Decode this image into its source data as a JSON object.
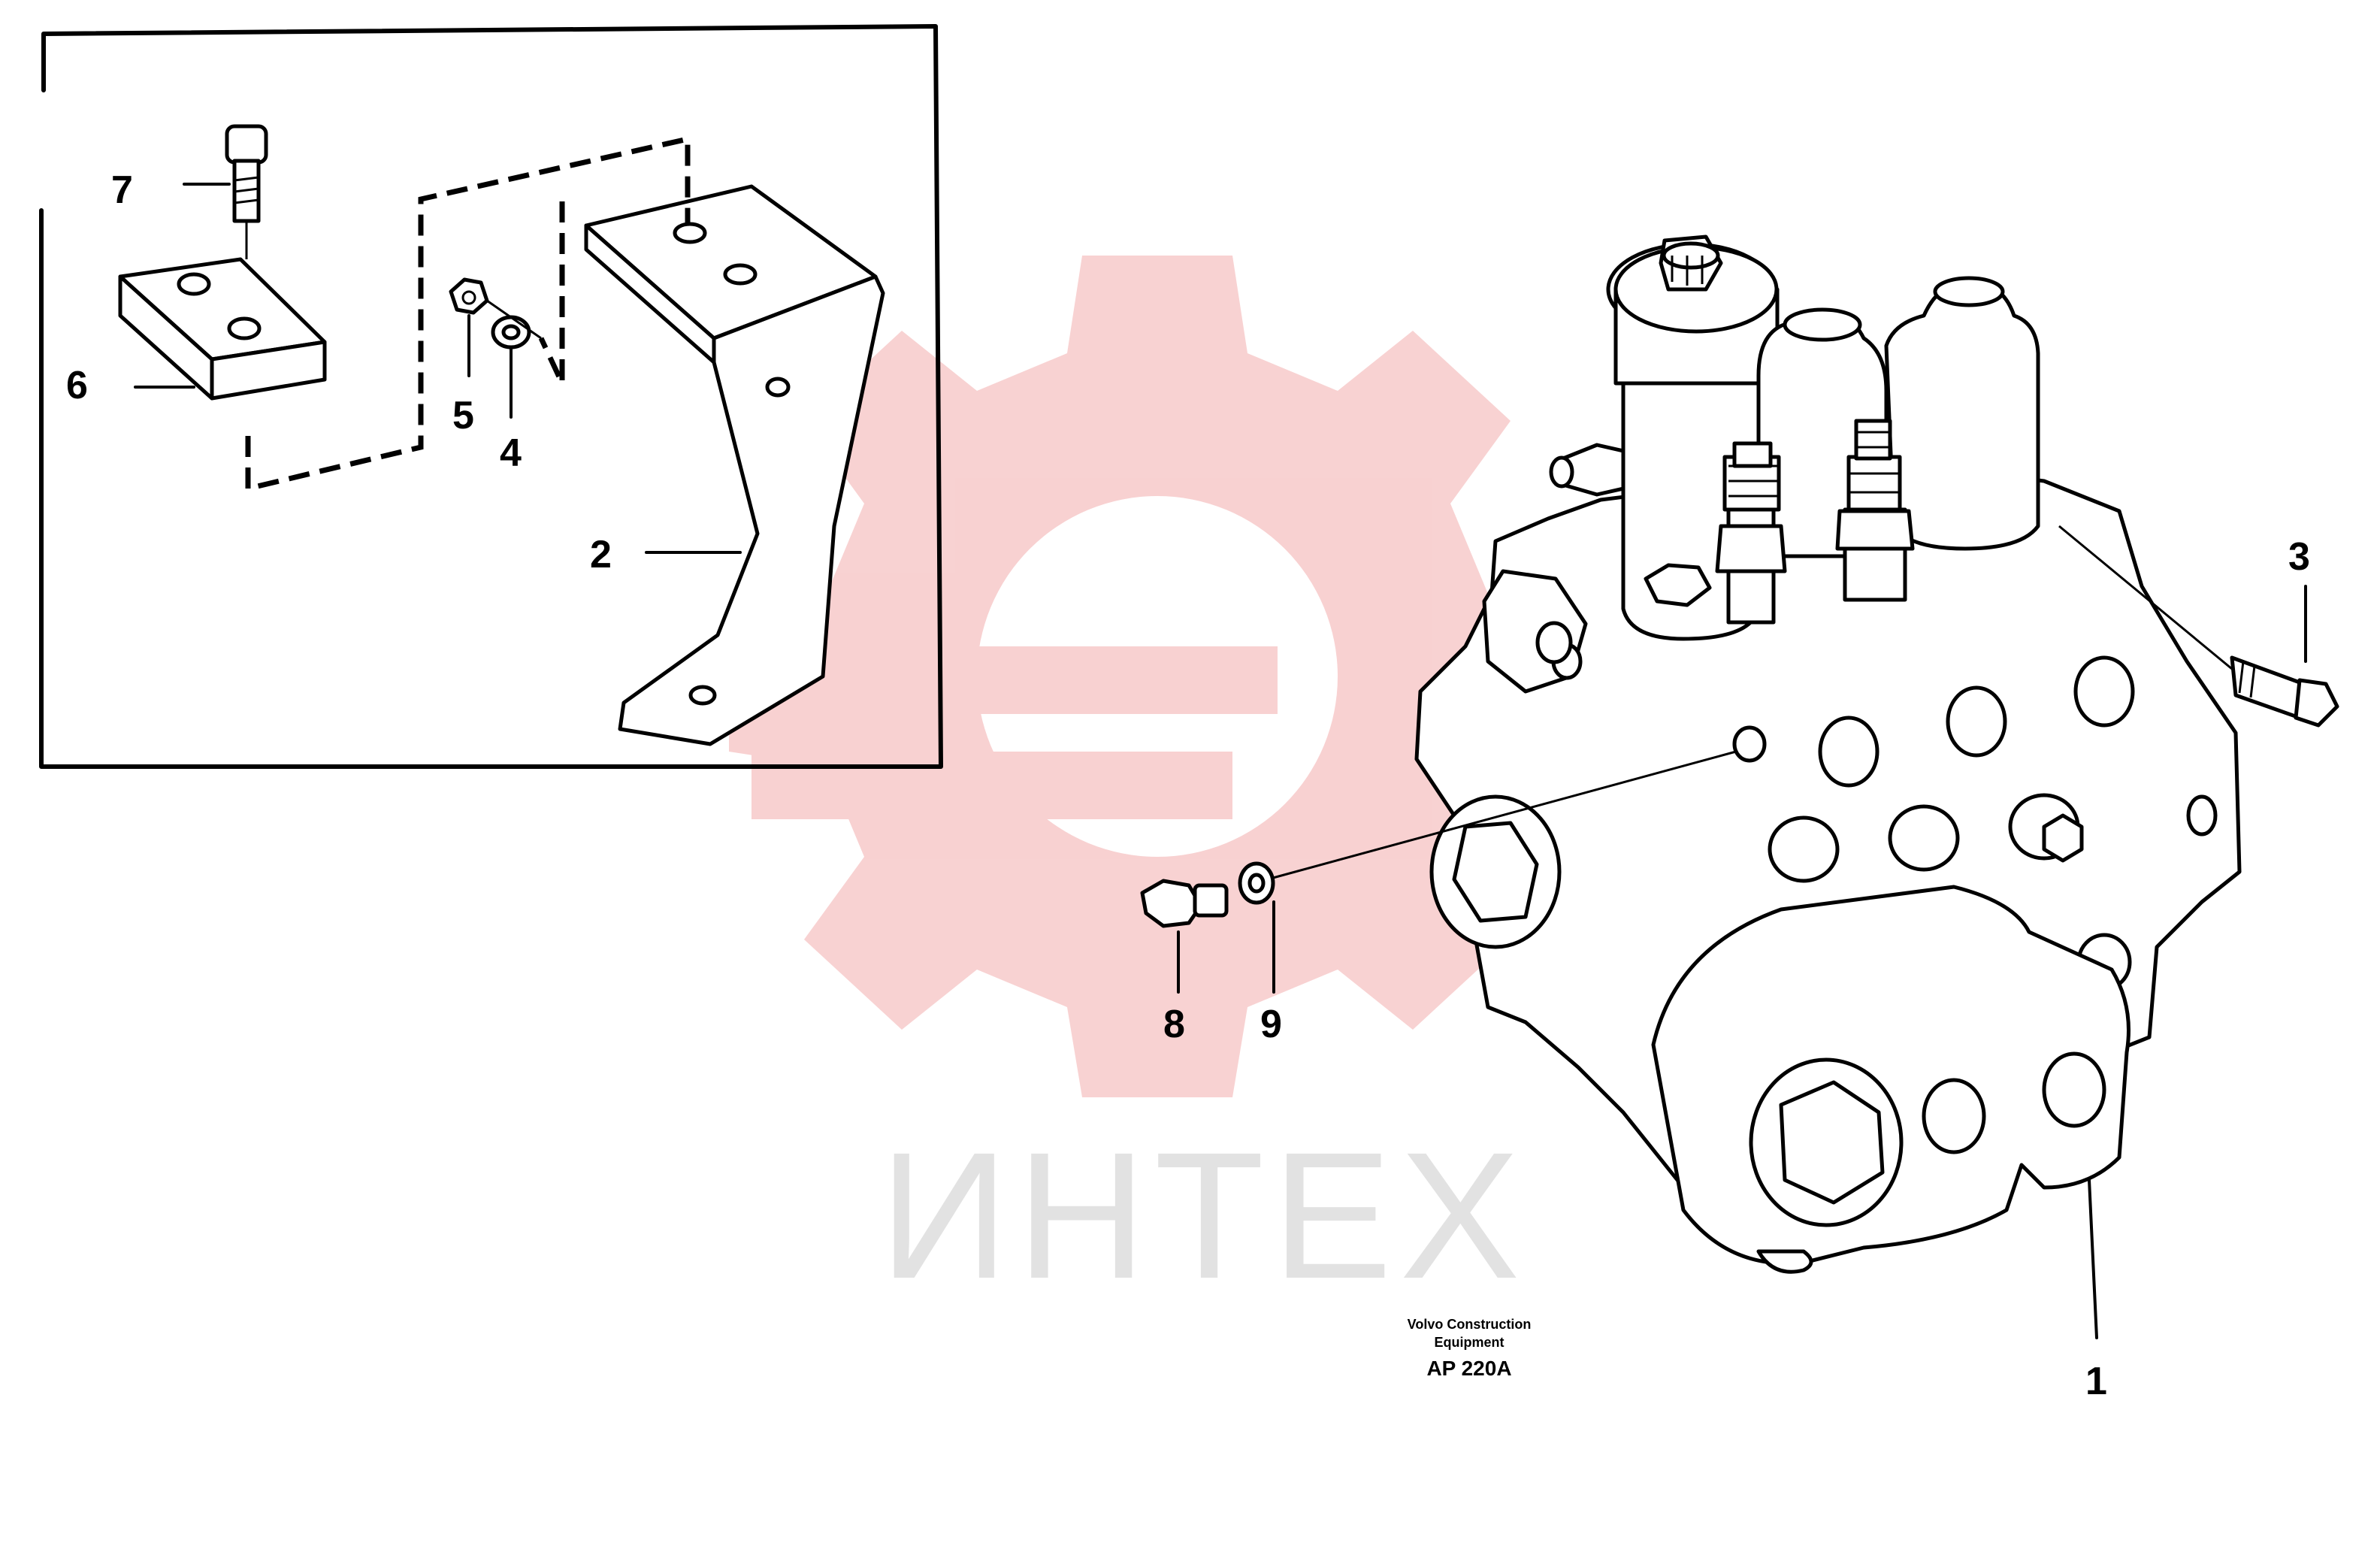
{
  "watermark": {
    "text": "ИНТЕХ",
    "logo": "gear-icon",
    "color": "#f6c8c8"
  },
  "inset": {
    "callouts": {
      "n7": "7",
      "n6": "6",
      "n5": "5",
      "n4": "4",
      "n2": "2"
    }
  },
  "main": {
    "callouts": {
      "n3": "3",
      "n8": "8",
      "n9": "9",
      "n1": "1"
    }
  },
  "caption": {
    "line1": "Volvo Construction",
    "line2": "Equipment",
    "code": "AP 220A"
  }
}
